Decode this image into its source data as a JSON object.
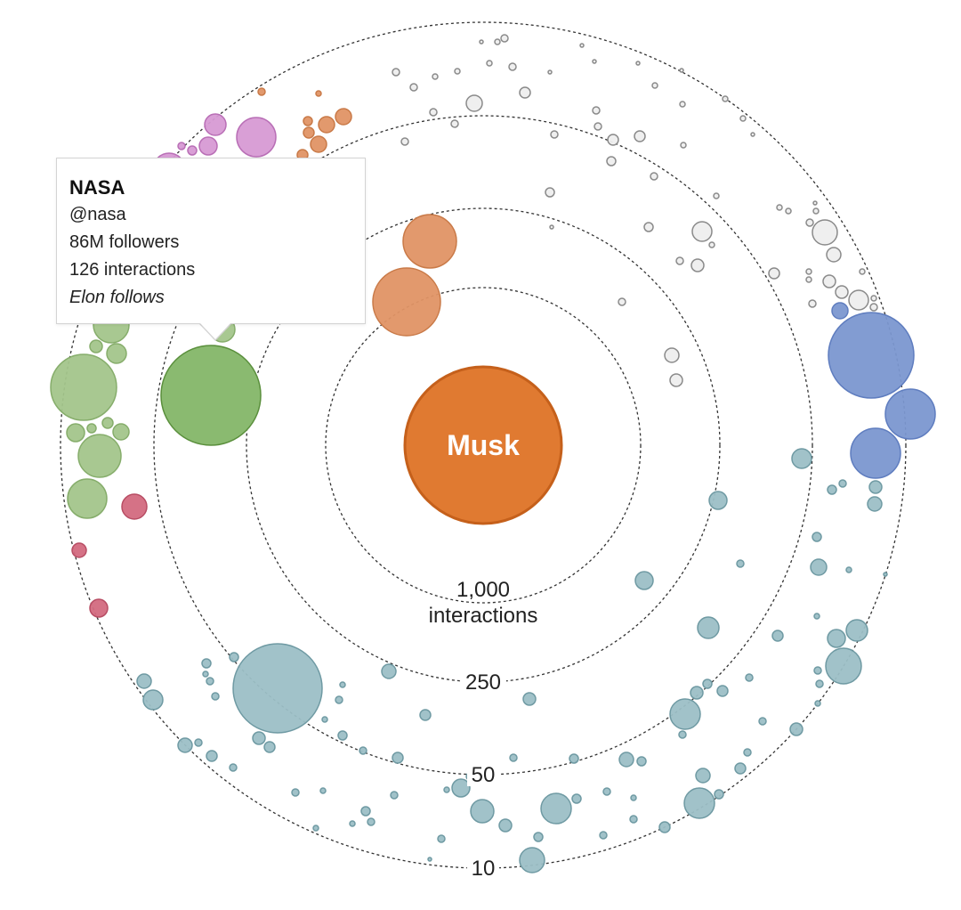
{
  "chart_data": {
    "type": "scatter",
    "center": {
      "label": "Musk",
      "color": "#e07a31"
    },
    "rings": [
      {
        "value": 1000,
        "label_top": "1,000",
        "label_bottom": "interactions"
      },
      {
        "value": 250,
        "label": "250"
      },
      {
        "value": 50,
        "label": "50"
      },
      {
        "value": 10,
        "label": "10"
      }
    ],
    "tooltip": {
      "name": "NASA",
      "handle": "@nasa",
      "followers": "86M followers",
      "interactions": "126 interactions",
      "note": "Elon follows"
    },
    "color_groups": {
      "green": "#a3c58b",
      "green_highlight": "#8aba70",
      "orange": "#e09465",
      "purple": "#d79ad4",
      "red": "#d36a7f",
      "blue": "#7b97d0",
      "teal": "#9cbfc6",
      "gray": "#eeeeee"
    }
  }
}
